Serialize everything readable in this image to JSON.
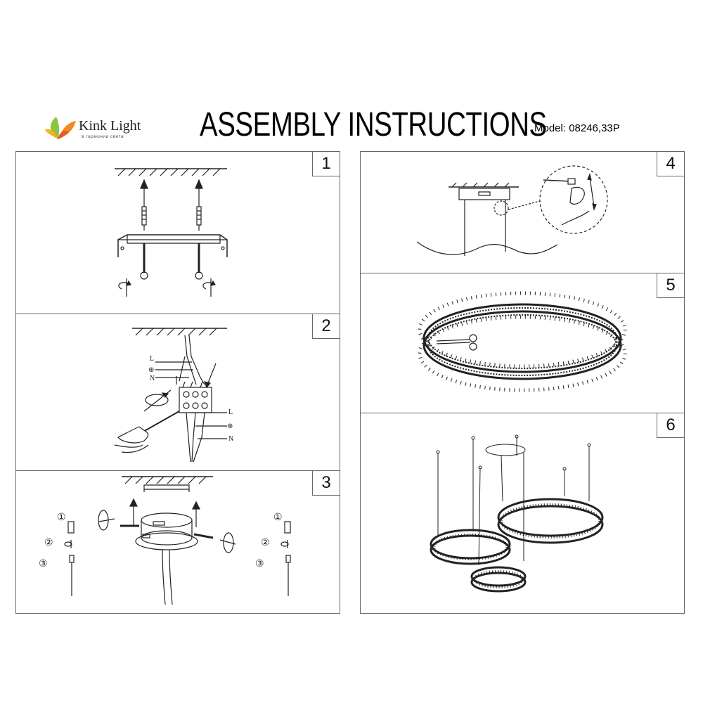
{
  "brand": {
    "name": "Kink Light",
    "tagline": "в гармонии света"
  },
  "title": "ASSEMBLY INSTRUCTIONS",
  "model": "Model: 08246,33P",
  "steps": [
    {
      "number": "1"
    },
    {
      "number": "2",
      "labels": {
        "live": "L",
        "earth": "⊕",
        "neutral": "N"
      }
    },
    {
      "number": "3",
      "markers": [
        "①",
        "②",
        "③"
      ]
    },
    {
      "number": "4"
    },
    {
      "number": "5"
    },
    {
      "number": "6"
    }
  ],
  "colors": {
    "line": "#222222",
    "border": "#666666",
    "logo_orange": "#f08a1c",
    "logo_green": "#8cc63f"
  }
}
